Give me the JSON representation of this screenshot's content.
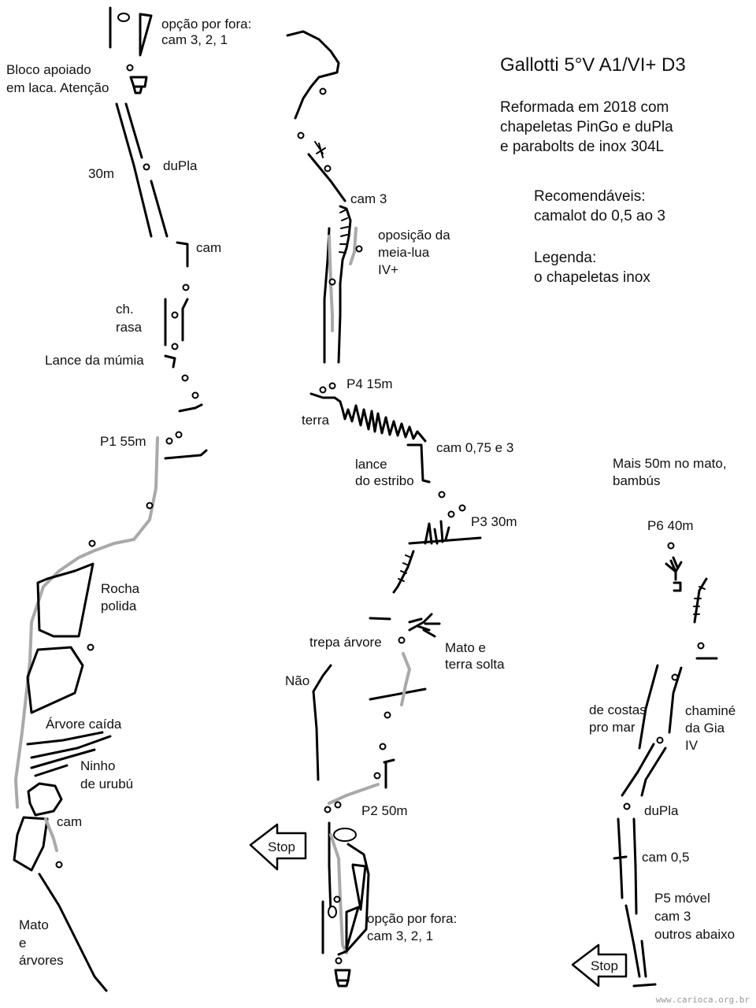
{
  "title": "Gallotti  5°V A1/VI+ D3",
  "info": [
    "Reformada em 2018 com",
    "chapeletas PinGo e duPla",
    "e parabolts de inox 304L"
  ],
  "recommended": [
    "Recomendáveis:",
    "camalot do 0,5 ao 3"
  ],
  "legend": [
    "Legenda:",
    "o  chapeletas inox"
  ],
  "labels": {
    "opcao_top": [
      "opção por fora:",
      "cam 3, 2, 1"
    ],
    "bloco": [
      "Bloco apoiado",
      "em laca. Atenção"
    ],
    "len_30m": "30m",
    "dupla_1": "duPla",
    "cam_1": "cam",
    "ch_rasa": [
      "ch.",
      "rasa"
    ],
    "lance_mumia": "Lance da múmia",
    "p1": "P1 55m",
    "rocha_polida": [
      "Rocha",
      "polida"
    ],
    "arvore_caida": "Árvore caída",
    "ninho": [
      "Ninho",
      "de urubú"
    ],
    "cam_2": "cam",
    "mato_arvores": [
      "Mato",
      "e",
      "árvores"
    ],
    "cam3_top": "cam 3",
    "oposicao": [
      "oposição da",
      "meia-lua",
      "IV+"
    ],
    "p4": "P4 15m",
    "terra": "terra",
    "cam075": "cam 0,75 e 3",
    "lance_estribo": [
      "lance",
      "do estribo"
    ],
    "p3": "P3 30m",
    "trepa_arvore": "trepa árvore",
    "mato_terra": [
      "Mato e",
      "terra solta"
    ],
    "nao": "Não",
    "p2": "P2 50m",
    "stop_1": "Stop",
    "opcao_bottom": [
      "opção por fora:",
      "cam 3, 2, 1"
    ],
    "mais_50m": [
      "Mais 50m no mato,",
      "bambús"
    ],
    "p6": "P6 40m",
    "de_costas": [
      "de costas",
      "pro mar"
    ],
    "chamine": [
      "chaminé",
      "da Gia",
      "IV"
    ],
    "dupla_2": "duPla",
    "cam05": "cam 0,5",
    "p5": [
      "P5  móvel",
      "cam 3",
      "outros abaixo"
    ],
    "stop_2": "Stop"
  },
  "watermark": "www.carioca.org.br"
}
